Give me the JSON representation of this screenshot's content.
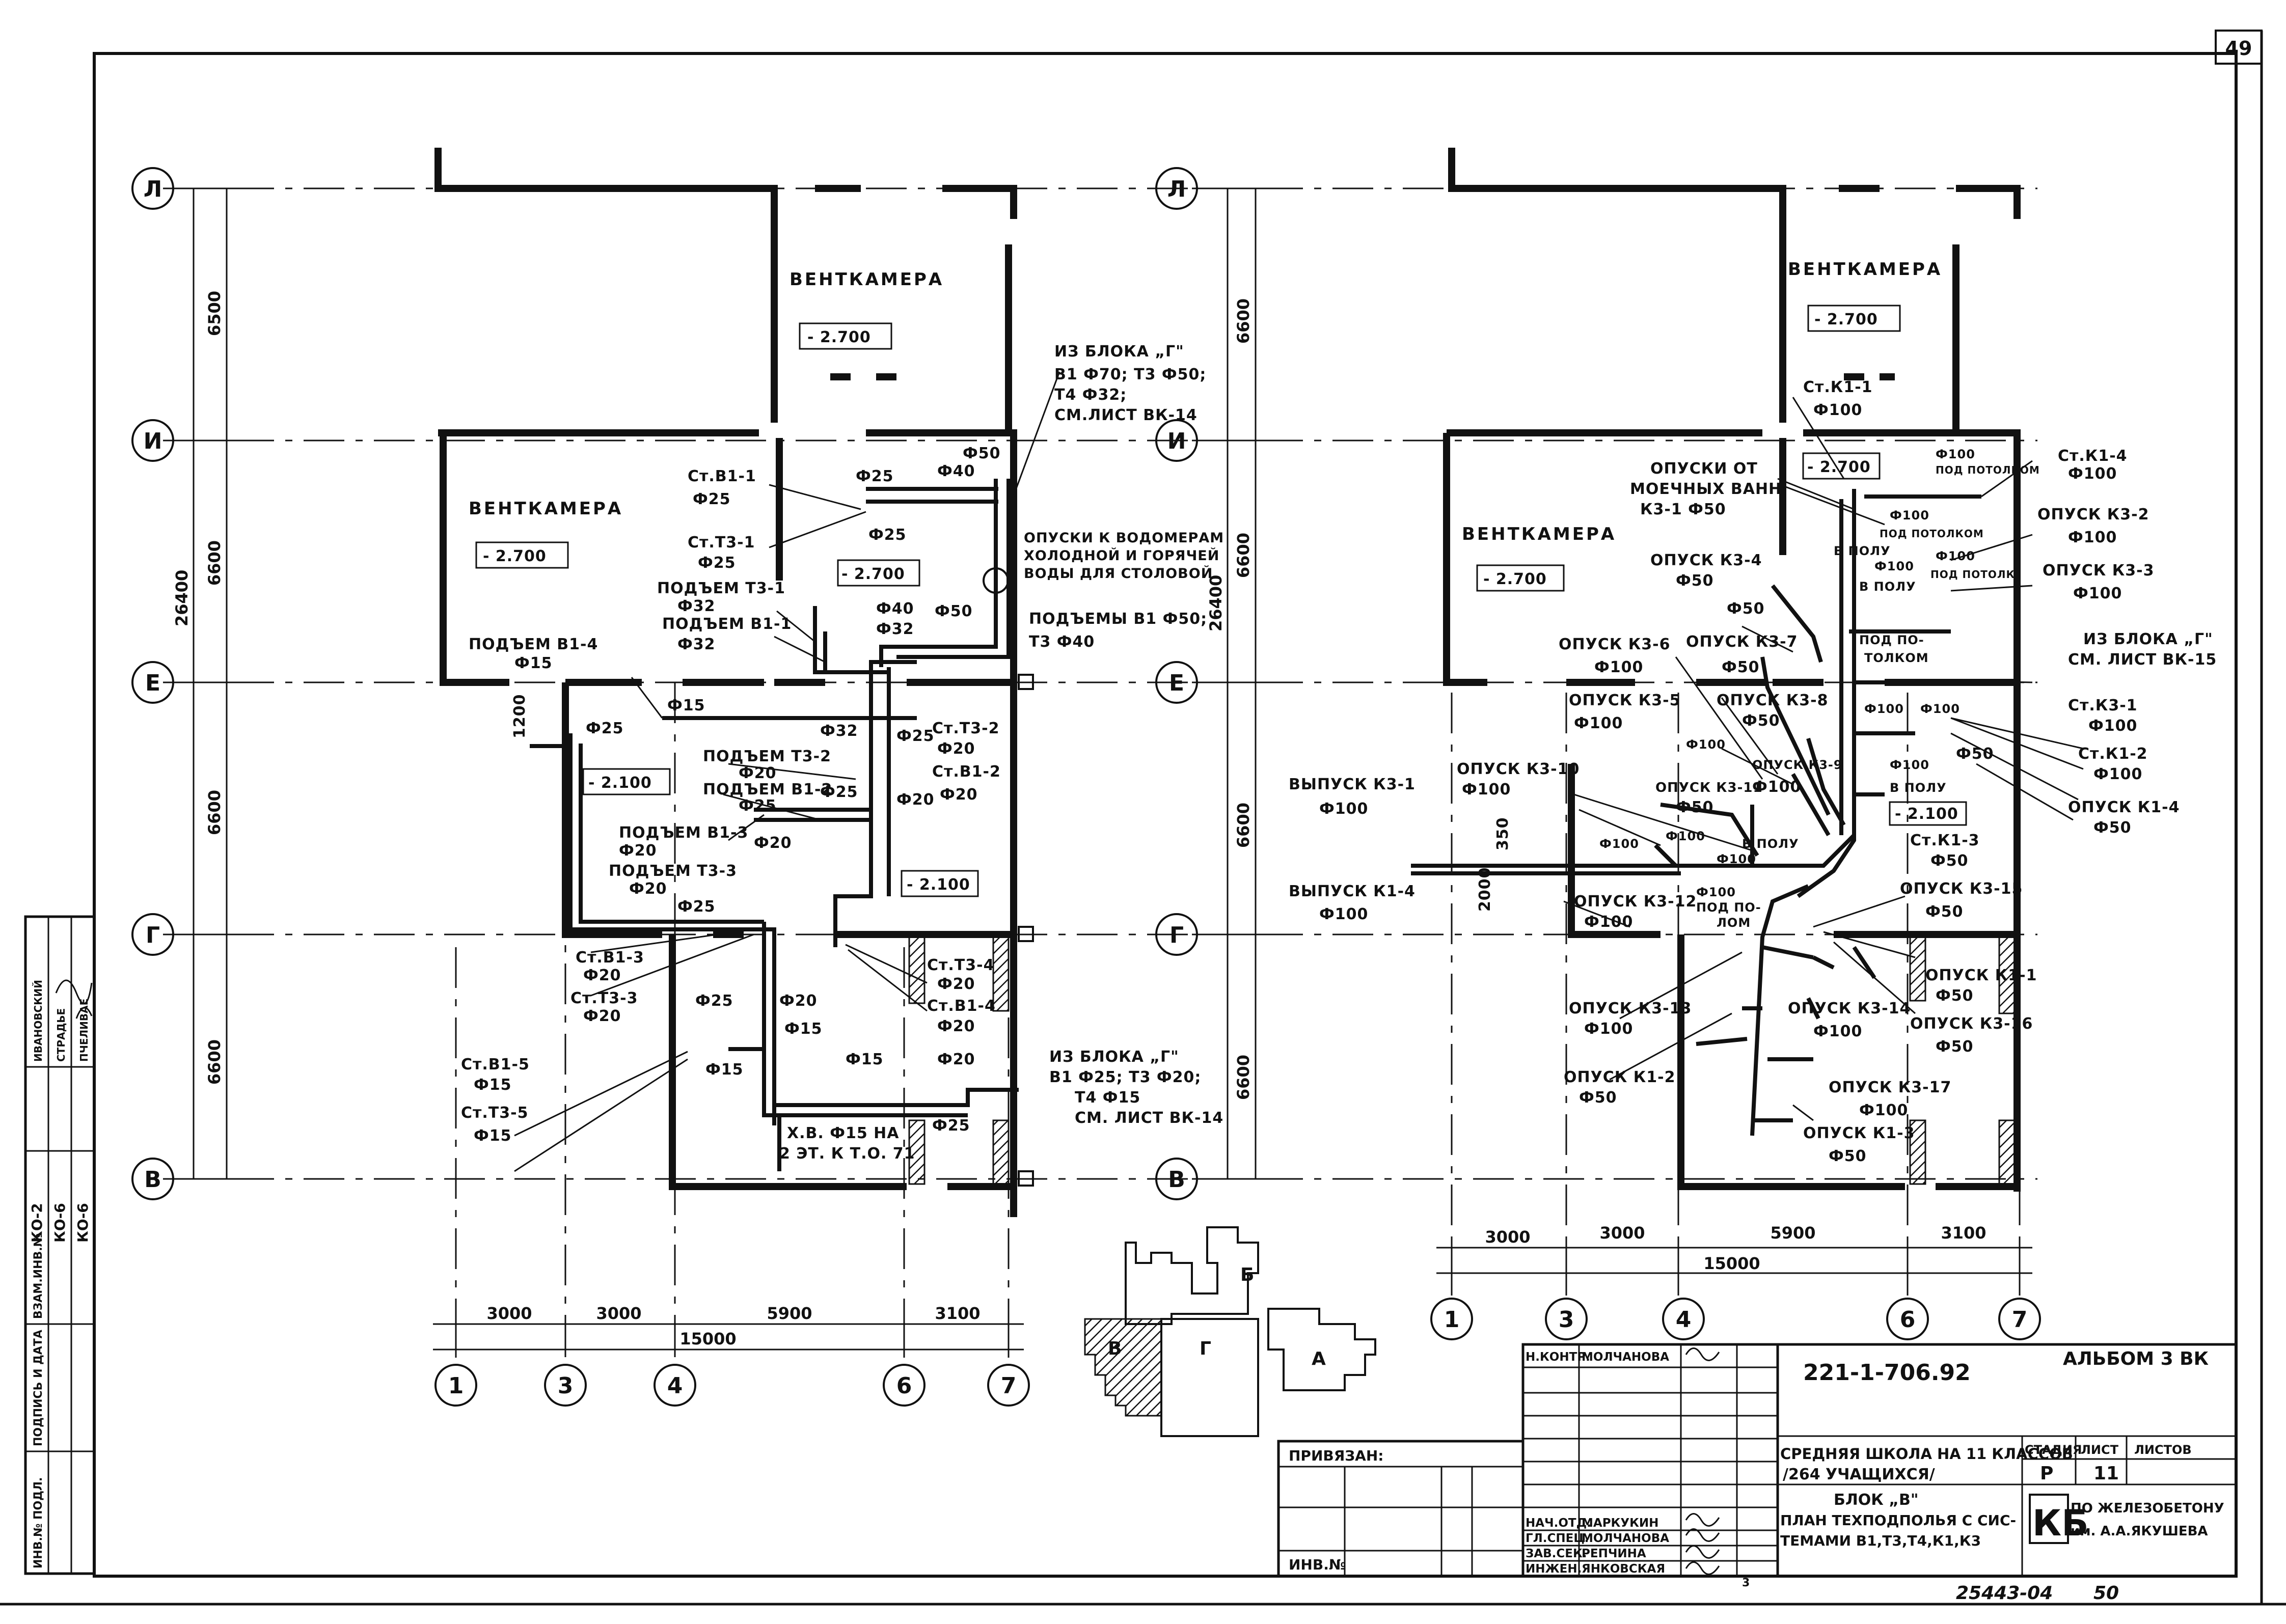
{
  "sheet": {
    "page_number": "49",
    "drawing_code": "221-1-706.92",
    "album": "АЛЬБОМ 3 ВК",
    "stamp_bottom": "25443-04",
    "stamp_bottom_right": "50",
    "copy_mark": "3"
  },
  "side_stamp": {
    "rows": [
      "ИНВ.№ ПОДЛ.",
      "ПОДПИСЬ И ДАТА",
      "ВЗАМ.ИНВ.№"
    ],
    "names": [
      "ИВАНОВСКИЙ",
      "СТРАДЬЕ",
      "ПЧЕЛИВАЕ"
    ],
    "codes": [
      "КО-2",
      "КО-6",
      "КО-6"
    ]
  },
  "axes": {
    "rows": [
      "Л",
      "И",
      "Е",
      "Г",
      "В"
    ],
    "cols": [
      "1",
      "3",
      "4",
      "6",
      "7"
    ]
  },
  "left_plan": {
    "row_dims": [
      "6500",
      "6600",
      "6600",
      "6600"
    ],
    "total_height": "26400",
    "col_dims": [
      "3000",
      "3000",
      "5900",
      "3100"
    ],
    "total_width": "15000",
    "small_dim": "1200",
    "rooms": [
      {
        "name": "ВЕНТКАМЕРА",
        "level": "- 2.700"
      },
      {
        "name": "ВЕНТКАМЕРА",
        "level": "- 2.700"
      }
    ],
    "levels": [
      "- 2.700",
      "- 2.100",
      "- 2.100"
    ],
    "labels": [
      "ИЗ БЛОКА „Г\"",
      "В1 Ф70; Т3 Ф50;",
      "Т4 Ф32;",
      "СМ.ЛИСТ ВК-14",
      "Ф50",
      "Ф40",
      "Ст.В1-1",
      "Ф25",
      "Ф25",
      "Ф25",
      "ОПУСКИ К ВОДОМЕРАМ",
      "ХОЛОДНОЙ И ГОРЯЧЕЙ",
      "ВОДЫ ДЛЯ СТОЛОВОЙ",
      "Ст.Т3-1",
      "Ф25",
      "ПОДЪЕМ Т3-1",
      "Ф32",
      "ПОДЪЕМ В1-1",
      "Ф32",
      "Ф40",
      "Ф32",
      "Ф50",
      "ПОДЪЕМЫ В1 Ф50;",
      "Т3 Ф40",
      "ПОДЪЕМ В1-4",
      "Ф15",
      "Ф15",
      "Ф25",
      "Ф32",
      "Ф25",
      "Ст.Т3-2",
      "Ф20",
      "Ст.В1-2",
      "Ф20",
      "ПОДЪЕМ Т3-2",
      "Ф20",
      "ПОДЪЕМ В1-2",
      "Ф25",
      "Ф25",
      "Ф20",
      "ПОДЪЕМ В1-3",
      "Ф20",
      "ПОДЪЕМ Т3-3",
      "Ф20",
      "Ф20",
      "Ф25",
      "Ст.В1-3",
      "Ф20",
      "Ст.Т3-3",
      "Ф20",
      "Ст.Т3-4",
      "Ф20",
      "Ст.В1-4",
      "Ф20",
      "Ф25",
      "Ф20",
      "Ф15",
      "Ф15",
      "Ст.В1-5",
      "Ф15",
      "Ст.Т3-5",
      "Ф15",
      "Ф15",
      "Ф20",
      "ИЗ БЛОКА „Г\"",
      "В1 Ф25; Т3 Ф20;",
      "Т4 Ф15",
      "СМ. ЛИСТ ВК-14",
      "Ф25",
      "Х.В. Ф15 НА",
      "2 ЭТ. К Т.О. 71"
    ]
  },
  "right_plan": {
    "row_dims": [
      "6600",
      "6600",
      "6600",
      "6600"
    ],
    "total_height": "26400",
    "col_dims": [
      "3000",
      "3000",
      "5900",
      "3100"
    ],
    "total_width": "15000",
    "small_dims": [
      "350",
      "2000"
    ],
    "rooms": [
      {
        "name": "ВЕНТКАМЕРА",
        "level": "- 2.700"
      },
      {
        "name": "ВЕНТКАМЕРА",
        "level": "- 2.700"
      }
    ],
    "levels": [
      "- 2.700",
      "- 2.100"
    ],
    "labels": [
      "Ст.К1-1",
      "Ф100",
      "ОПУСКИ ОТ",
      "МОЕЧНЫХ ВАНН",
      "К3-1 Ф50",
      "Ф100",
      "ПОД ПОТОЛКОМ",
      "Ст.К1-4",
      "Ф100",
      "Ф100",
      "ПОД ПОТОЛКОМ",
      "ОПУСК К3-2",
      "Ф100",
      "Ф100",
      "ПОД ПОТОЛК.",
      "ОПУСК К3-3",
      "Ф100",
      "ОПУСК К3-4",
      "Ф50",
      "В ПОЛУ",
      "Ф50",
      "В ПОЛУ",
      "Ф100",
      "ИЗ БЛОКА „Г\"",
      "СМ. ЛИСТ ВК-15",
      "ПОД ПО-",
      "ТОЛКОМ",
      "ОПУСК К3-6",
      "Ф100",
      "ОПУСК К3-7",
      "Ф50",
      "ОПУСК К3-5",
      "Ф100",
      "ОПУСК К3-8",
      "Ф50",
      "Ст.К3-1",
      "Ф100",
      "Ф100",
      "Ф100",
      "Ст.К1-2",
      "Ф100",
      "Ф50",
      "ВЫПУСК К3-1",
      "Ф100",
      "ОПУСК К3-10",
      "Ф100",
      "Ф100",
      "ОПУСК К3-9",
      "ОПУСК К3-11",
      "Ф50",
      "Ф100",
      "Ф100",
      "В ПОЛУ",
      "- 2.100",
      "ОПУСК К1-4",
      "Ф50",
      "Ф100",
      "Ф100",
      "Ф100",
      "В ПОЛУ",
      "Ст.К1-3",
      "Ф50",
      "ВЫПУСК К1-4",
      "Ф100",
      "ОПУСК К3-12",
      "Ф100",
      "Ф100",
      "ПОД ПО-",
      "ЛОМ",
      "ОПУСК К3-15",
      "Ф50",
      "ОПУСК К3-13",
      "Ф100",
      "ОПУСК К3-14",
      "Ф100",
      "ОПУСК К1-1",
      "Ф50",
      "ОПУСК К3-16",
      "Ф50",
      "ОПУСК К1-2",
      "Ф50",
      "ОПУСК К3-17",
      "Ф100",
      "ОПУСК К1-3",
      "Ф50"
    ]
  },
  "key_plan": {
    "blocks": [
      "Б",
      "В",
      "Г",
      "А"
    ]
  },
  "title_block": {
    "privyazan": "ПРИВЯЗАН:",
    "inv_no": "ИНВ.№",
    "roles": [
      "Н.КОНТР.",
      "НАЧ.ОТД.",
      "ГЛ.СПЕЦ.",
      "ЗАВ.СЕК.",
      "ИНЖЕН."
    ],
    "names": [
      "МОЛЧАНОВА",
      "МАРКУКИН",
      "МОЛЧАНОВА",
      "РЕПЧИНА",
      "ЯНКОВСКАЯ"
    ],
    "object_line1": "СРЕДНЯЯ ШКОЛА НА 11 КЛАССОВ",
    "object_line2": "/264 УЧАЩИХСЯ/",
    "block_name": "БЛОК „В\"",
    "sheet_title_1": "ПЛАН ТЕХПОДПОЛЬЯ С СИС-",
    "sheet_title_2": "ТЕМАМИ В1,Т3,Т4,К1,К3",
    "stage_hdr": "СТАДИЯ",
    "sheet_hdr": "ЛИСТ",
    "sheets_hdr": "ЛИСТОВ",
    "stage": "Р",
    "sheet": "11",
    "org_logo": "КБ",
    "org_line1": "ПО ЖЕЛЕЗОБЕТОНУ",
    "org_line2": "им. А.А.ЯКУШЕВА"
  }
}
